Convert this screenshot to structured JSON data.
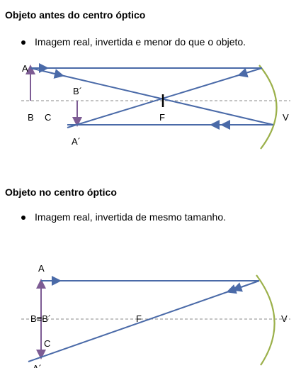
{
  "section1": {
    "heading": "Objeto antes do centro óptico",
    "bullet": "Imagem real, invertida e menor do que o objeto.",
    "labels": {
      "A": "A",
      "B_prime": "B´",
      "B": "B",
      "C": "C",
      "F": "F",
      "V": "V",
      "A_prime": "A´"
    }
  },
  "section2": {
    "heading": "Objeto no centro óptico",
    "bullet": "Imagem real, invertida de mesmo tamanho.",
    "labels": {
      "A": "A",
      "B_B_prime": "B≡B´",
      "F": "F",
      "V": "V",
      "C": "C",
      "A_prime": "A´"
    }
  },
  "colors": {
    "ray": "#4a6aa8",
    "object": "#7d5c94",
    "mirror": "#9bb04a",
    "axis": "#8a8a8a"
  }
}
